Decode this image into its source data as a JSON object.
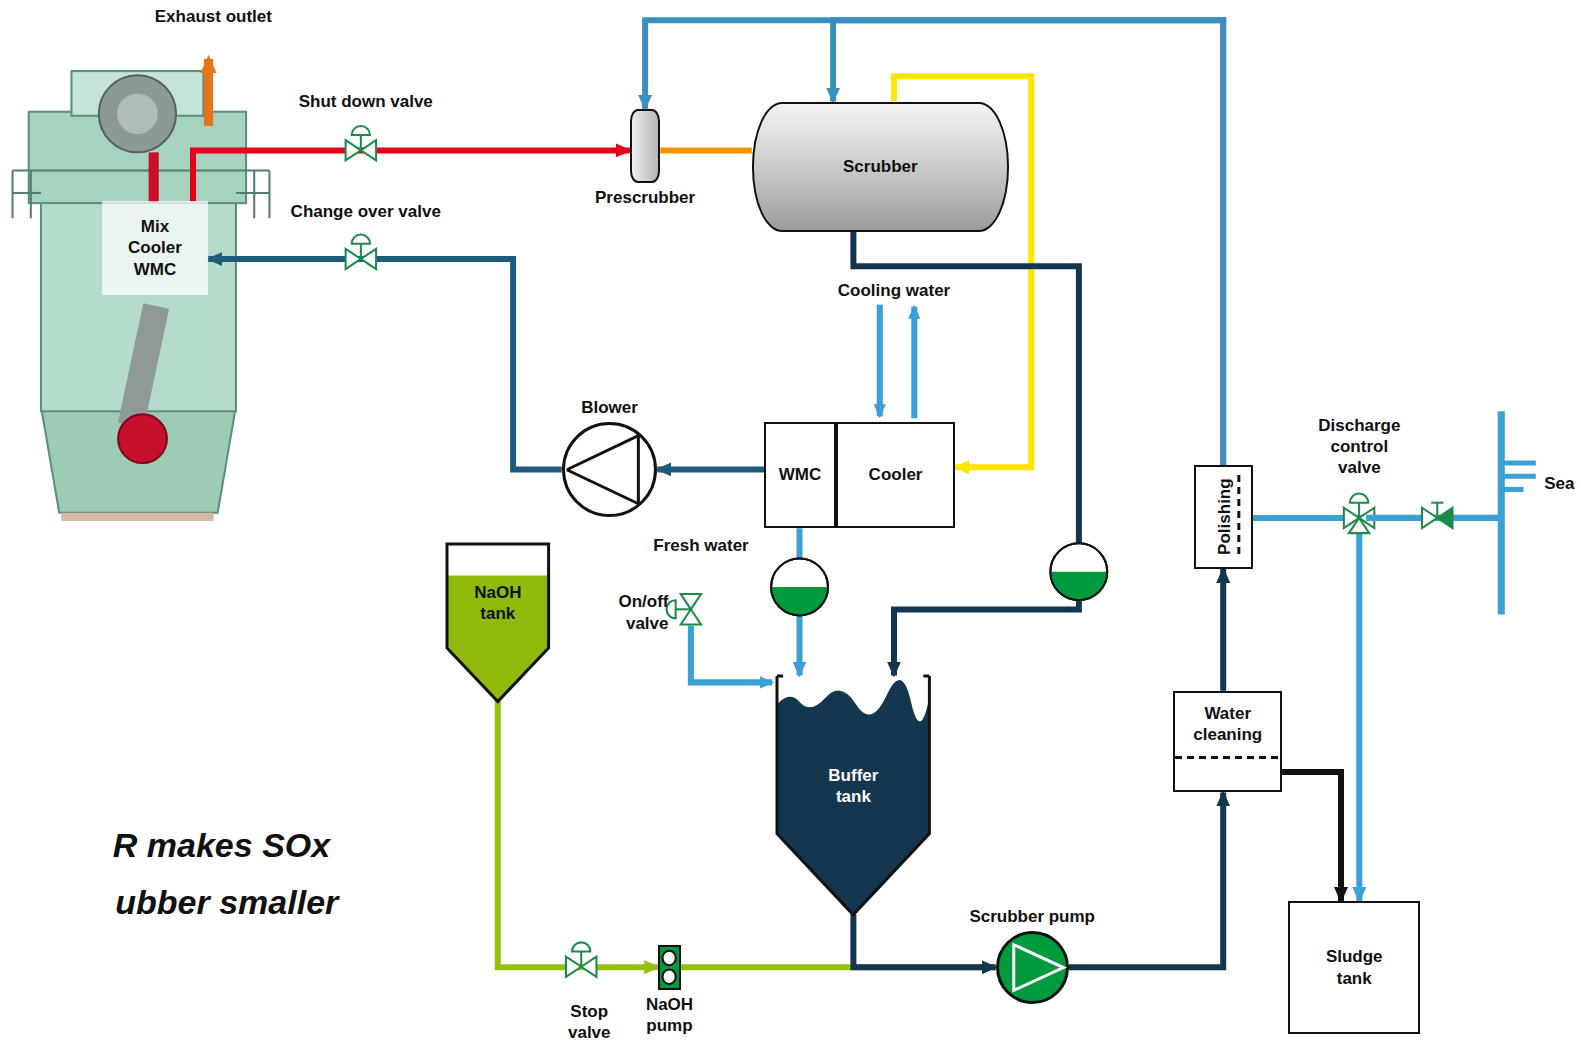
{
  "diagram": {
    "nodes": [
      {
        "text": [
          "Mix Cooler WMC"
        ]
      },
      {
        "text": [
          "Prescrubber"
        ]
      },
      {
        "text": [
          "Scrubber"
        ]
      },
      {
        "text": [
          "Blower"
        ]
      },
      {
        "text": [
          "WMC"
        ]
      },
      {
        "text": [
          "Cooler"
        ]
      },
      {
        "text": [
          "NaOH tank"
        ]
      },
      {
        "text": [
          "Buffer tank"
        ]
      },
      {
        "text": [
          "Polishing"
        ]
      },
      {
        "text": [
          "Water cleaning"
        ]
      },
      {
        "text": [
          "Sludge tank"
        ]
      },
      {
        "text": [
          "NaOH pump"
        ]
      },
      {
        "text": [
          "Scrubber pump"
        ]
      }
    ],
    "edges": [
      {
        "from": 0,
        "to": 1,
        "arrow": "to"
      },
      {
        "from": 1,
        "to": 2,
        "arrow": "none"
      },
      {
        "from": 2,
        "to": 5,
        "arrow": "to"
      },
      {
        "from": 4,
        "to": 3,
        "arrow": "to"
      },
      {
        "from": 3,
        "to": 0,
        "arrow": "to"
      },
      {
        "from": 2,
        "to": 7,
        "arrow": "to"
      },
      {
        "from": 4,
        "to": 7,
        "arrow": "to"
      },
      {
        "from": 6,
        "to": 11,
        "arrow": "to"
      },
      {
        "from": 11,
        "to": 12,
        "arrow": "to"
      },
      {
        "from": 7,
        "to": 12,
        "arrow": "to"
      },
      {
        "from": 12,
        "to": 9,
        "arrow": "to"
      },
      {
        "from": 9,
        "to": 8,
        "arrow": "to"
      },
      {
        "from": 9,
        "to": 10,
        "arrow": "to"
      },
      {
        "from": 8,
        "to": 1,
        "arrow": "to"
      },
      {
        "from": 8,
        "to": 2,
        "arrow": "to"
      },
      {
        "from": 8,
        "to": 10,
        "arrow": "to"
      }
    ],
    "labels": [
      "Exhaust outlet",
      "Shut down valve",
      "Change over valve",
      "Cooling water",
      "Fresh water",
      "On/off valve",
      "Stop valve",
      "Discharge control valve",
      "Sea",
      "R makes SOx",
      "ubber smaller"
    ]
  }
}
